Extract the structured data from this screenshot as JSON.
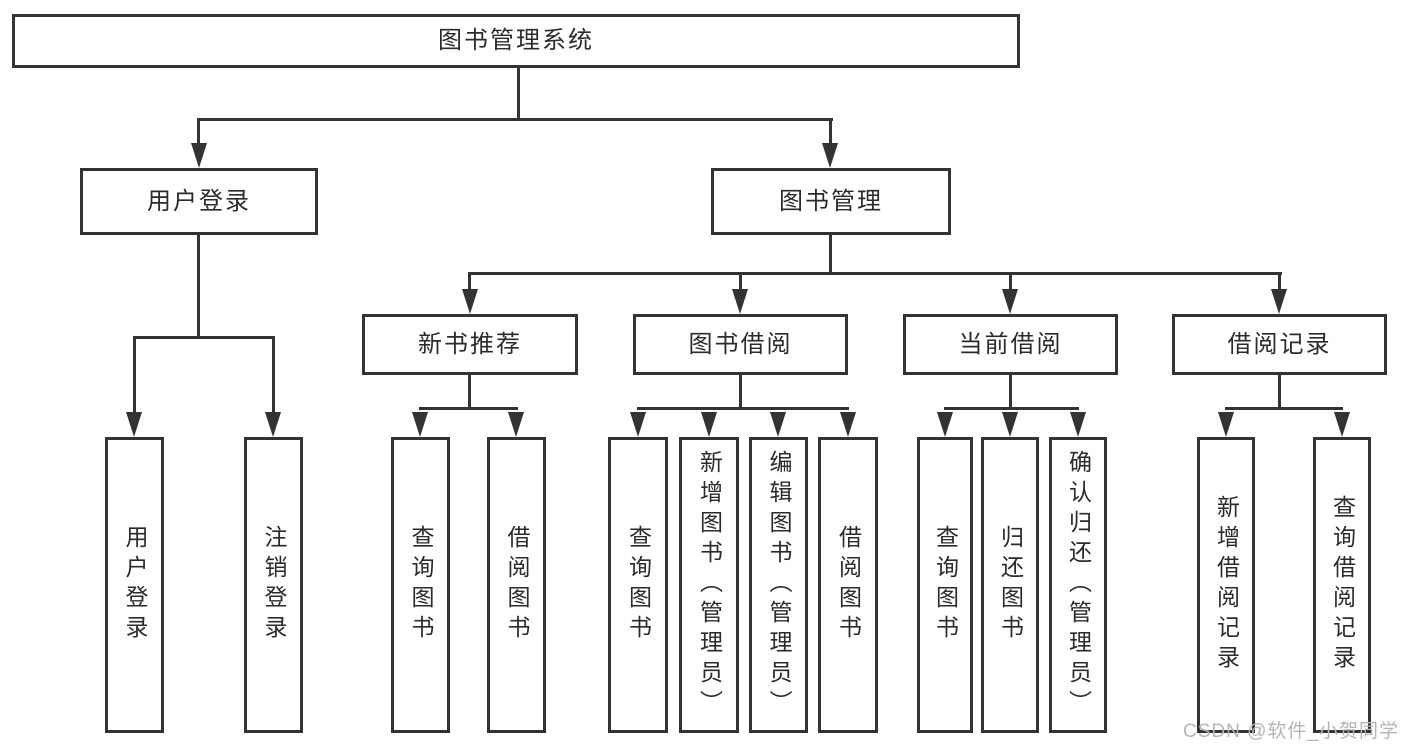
{
  "diagram": {
    "type": "tree",
    "title": "图书管理系统",
    "line_color": "#333333",
    "text_color": "#2b2b2b",
    "background_color": "#ffffff",
    "tree": {
      "label": "图书管理系统",
      "children": [
        {
          "label": "用户登录",
          "children": [
            {
              "label": "用户登录"
            },
            {
              "label": "注销登录"
            }
          ]
        },
        {
          "label": "图书管理",
          "children": [
            {
              "label": "新书推荐",
              "children": [
                {
                  "label": "查询图书"
                },
                {
                  "label": "借阅图书"
                }
              ]
            },
            {
              "label": "图书借阅",
              "children": [
                {
                  "label": "查询图书"
                },
                {
                  "label": "新增图书（管理员）"
                },
                {
                  "label": "编辑图书（管理员）"
                },
                {
                  "label": "借阅图书"
                }
              ]
            },
            {
              "label": "当前借阅",
              "children": [
                {
                  "label": "查询图书"
                },
                {
                  "label": "归还图书"
                },
                {
                  "label": "确认归还（管理员）"
                }
              ]
            },
            {
              "label": "借阅记录",
              "children": [
                {
                  "label": "新增借阅记录"
                },
                {
                  "label": "查询借阅记录"
                }
              ]
            }
          ]
        }
      ]
    }
  },
  "watermark": {
    "text": "CSDN @软件_小贺同学",
    "color": "#b5b5b5"
  }
}
